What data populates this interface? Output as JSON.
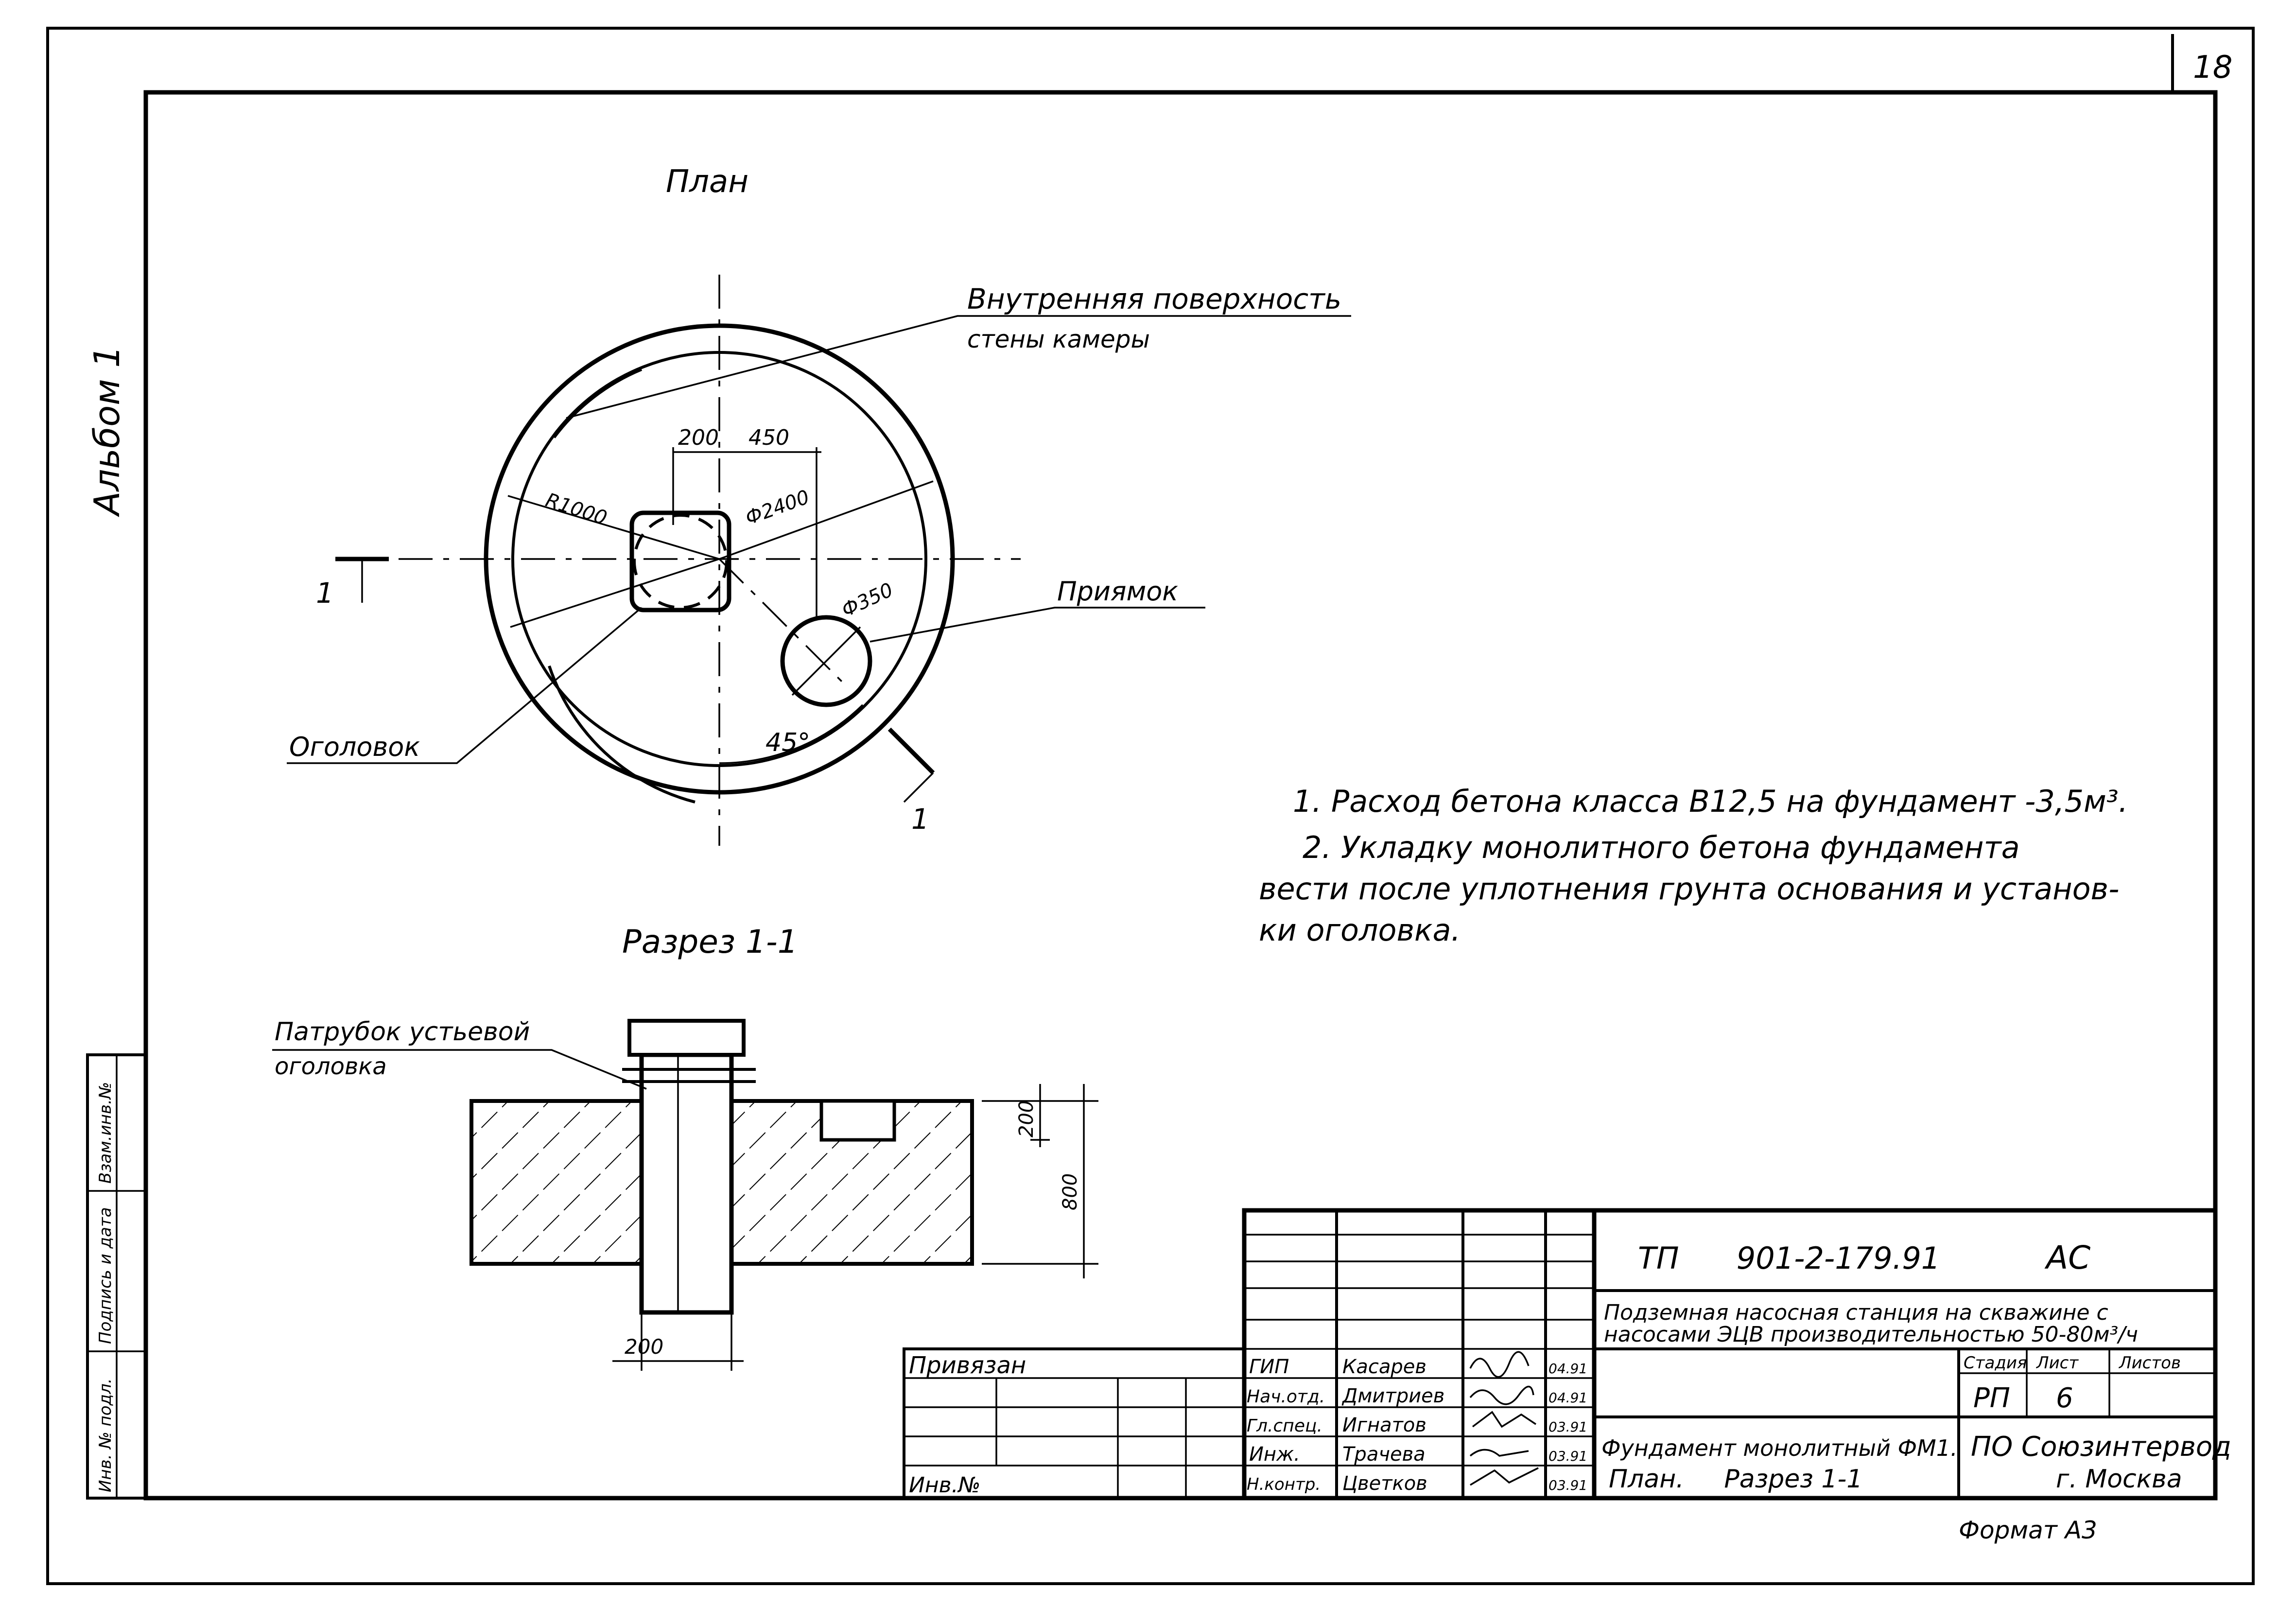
{
  "sheet": {
    "page_number": "18",
    "album": "Альбом 1",
    "format": "Формат А3"
  },
  "plan": {
    "title": "План",
    "leader_wall_1": "Внутренняя поверхность",
    "leader_wall_2": "стены камеры",
    "dim_200": "200",
    "dim_450": "450",
    "r1000": "R1000",
    "d2400": "Ф2400",
    "d350": "Ф350",
    "pit": "Приямок",
    "head": "Оголовок",
    "angle": "45°",
    "cut_mark_left": "1",
    "cut_mark_right": "1"
  },
  "notes": {
    "line1": "1. Расход бетона класса В12,5 на фундамент -3,5м³.",
    "line2": "2. Укладку монолитного бетона фундамента",
    "line3": "вести после уплотнения грунта основания и установ-",
    "line4": "ки оголовка."
  },
  "section": {
    "title": "Разрез 1-1",
    "pipe_label_1": "Патрубок устьевой",
    "pipe_label_2": "оголовка",
    "dim_200_top": "200",
    "dim_800": "800",
    "dim_200_bottom": "200"
  },
  "left_strip": {
    "inv_orig": "Инв. № подл.",
    "sign_date": "Подпись и дата",
    "inv_repl": "Взам.инв.№"
  },
  "stamp": {
    "doc_code": "ТП      901-2-179.91",
    "mark": "АС",
    "title_1": "Подземная насосная станция  на скважине с",
    "title_2": "насосами ЭЦВ производительностью 50-80м³/ч",
    "stage_h": "Стадия",
    "sheet_h": "Лист",
    "sheets_h": "Листов",
    "stage": "РП",
    "sheet": "6",
    "sheets": "",
    "drawing_1": "Фундамент монолитный ФМ1.",
    "drawing_2": "План.     Разрез 1-1",
    "org_1": "ПО Союзинтервод",
    "org_2": "г. Москва",
    "linked": "Привязан",
    "inv_no": "Инв.№",
    "roles": [
      "ГИП",
      "Нач.отд.",
      "Гл.спец.",
      "Инж.",
      "Н.контр."
    ],
    "names": [
      "Касарев",
      "Дмитриев",
      "Игнатов",
      "Трачева",
      "Цветков"
    ],
    "dates": [
      "04.91",
      "04.91",
      "03.91",
      "03.91",
      "03.91"
    ]
  }
}
